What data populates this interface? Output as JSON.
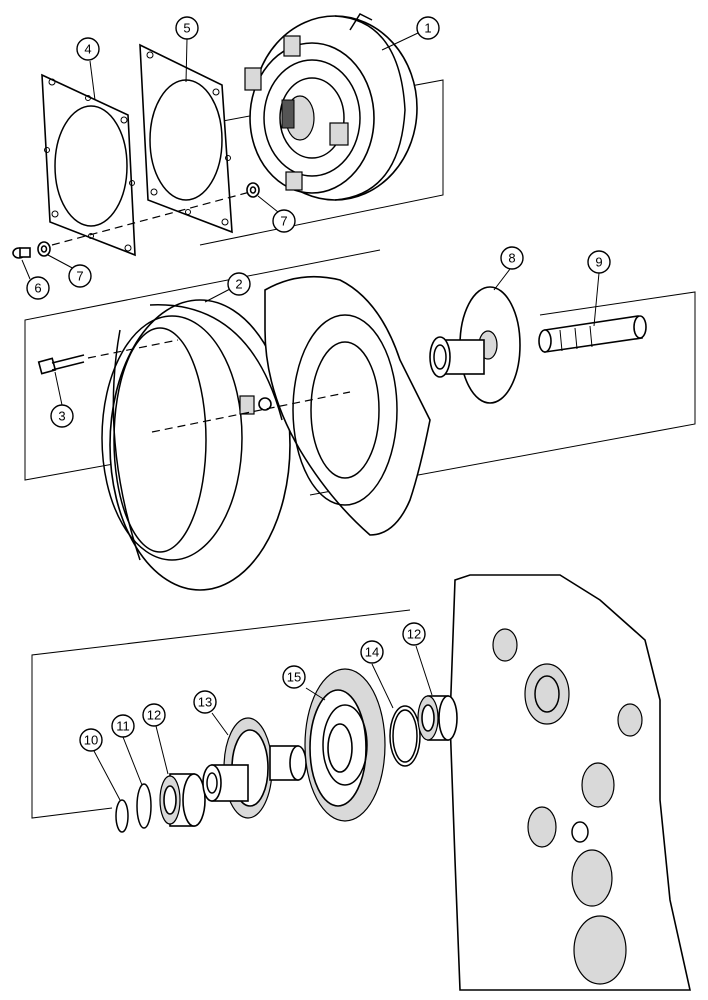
{
  "callouts": [
    {
      "id": "c1",
      "label": "1"
    },
    {
      "id": "c2",
      "label": "2"
    },
    {
      "id": "c3",
      "label": "3"
    },
    {
      "id": "c4",
      "label": "4"
    },
    {
      "id": "c5",
      "label": "5"
    },
    {
      "id": "c6",
      "label": "6"
    },
    {
      "id": "c7a",
      "label": "7"
    },
    {
      "id": "c7b",
      "label": "7"
    },
    {
      "id": "c8",
      "label": "8"
    },
    {
      "id": "c9",
      "label": "9"
    },
    {
      "id": "c10",
      "label": "10"
    },
    {
      "id": "c11",
      "label": "11"
    },
    {
      "id": "c12a",
      "label": "12"
    },
    {
      "id": "c12b",
      "label": "12"
    },
    {
      "id": "c13",
      "label": "13"
    },
    {
      "id": "c14",
      "label": "14"
    },
    {
      "id": "c15",
      "label": "15"
    }
  ]
}
